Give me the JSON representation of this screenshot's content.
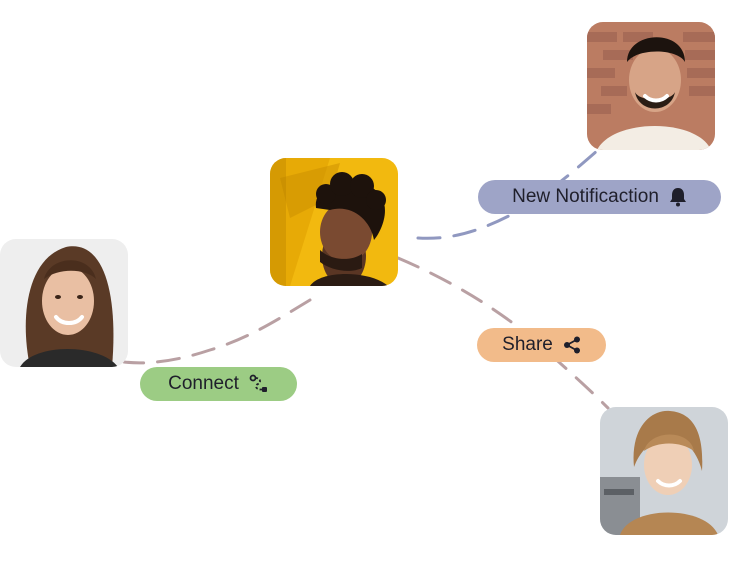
{
  "labels": {
    "connect": "Connect",
    "notification": "New Notificaction",
    "share": "Share"
  },
  "colors": {
    "connect_bg": "#9ccc84",
    "notification_bg": "#9ea4c7",
    "share_bg": "#f2bb8a",
    "connector": "#b9a0a3",
    "connector_blue": "#9098c0",
    "text": "#1f1f2b"
  },
  "icons": {
    "connect": "route-icon",
    "notification": "bell-icon",
    "share": "share-icon"
  },
  "people": [
    {
      "id": "center",
      "photo_bg": "#f2b90f"
    },
    {
      "id": "left",
      "photo_bg": "#eeeeee"
    },
    {
      "id": "top-right",
      "photo_bg": "#b26a4d"
    },
    {
      "id": "bottom-right",
      "photo_bg": "#cfd4d9"
    }
  ]
}
